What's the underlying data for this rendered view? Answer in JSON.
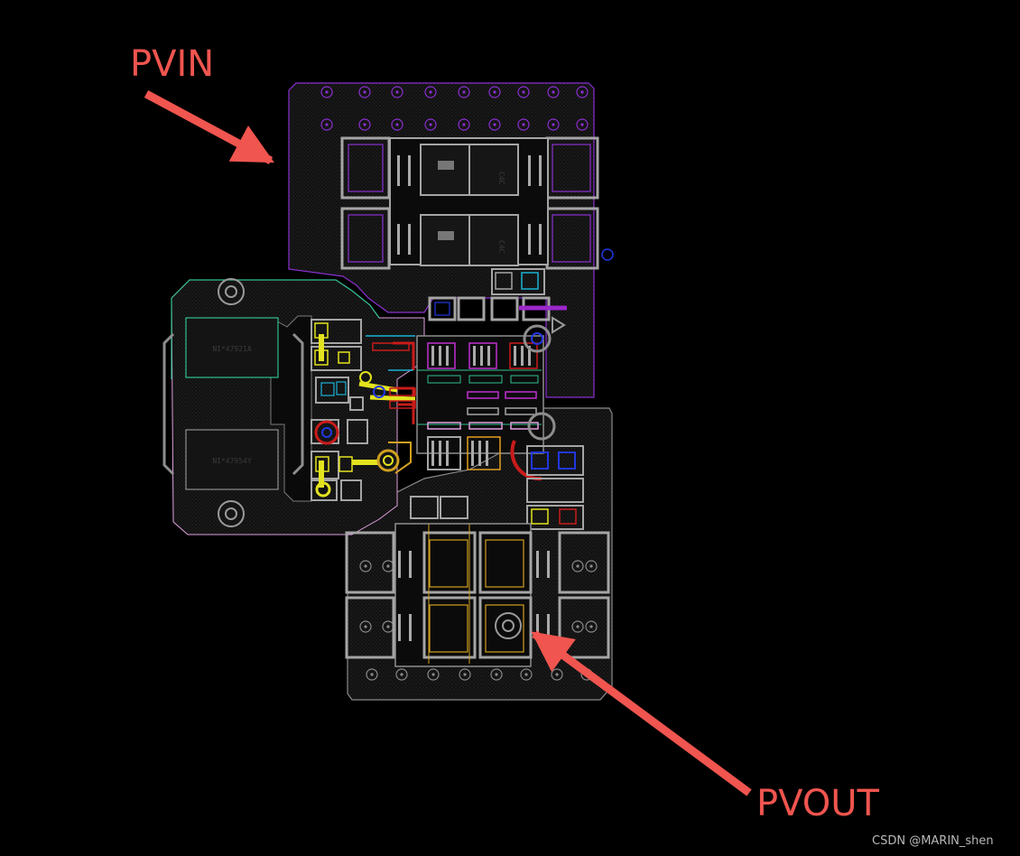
{
  "labels": {
    "pvin": "PVIN",
    "pvout": "PVOUT",
    "watermark": "CSDN @MARIN_shen"
  },
  "refdes": {
    "inductor_top": "NI*47921A",
    "inductor_bottom": "NI*47954Y",
    "cap_top_a": "C4C",
    "cap_top_b": "C4C"
  },
  "colors": {
    "background": "#000000",
    "arrow": "#f0554f",
    "copper_outline": "#8e8e8e",
    "pad": "#a5a5a5",
    "pvin_outline": "#8a2fd0",
    "pvout_outline": "#8a8a8a",
    "inductor_outline": "#2fbf8f",
    "yellow": "#e3e31f",
    "orange": "#d0a020",
    "red": "#c91b1b",
    "cyan": "#19b2d6",
    "blue": "#2137e0",
    "magenta": "#c030d0",
    "pink": "#e0a0e0"
  },
  "icons": [
    "arrow-icon",
    "via-icon",
    "mounting-hole-icon"
  ]
}
